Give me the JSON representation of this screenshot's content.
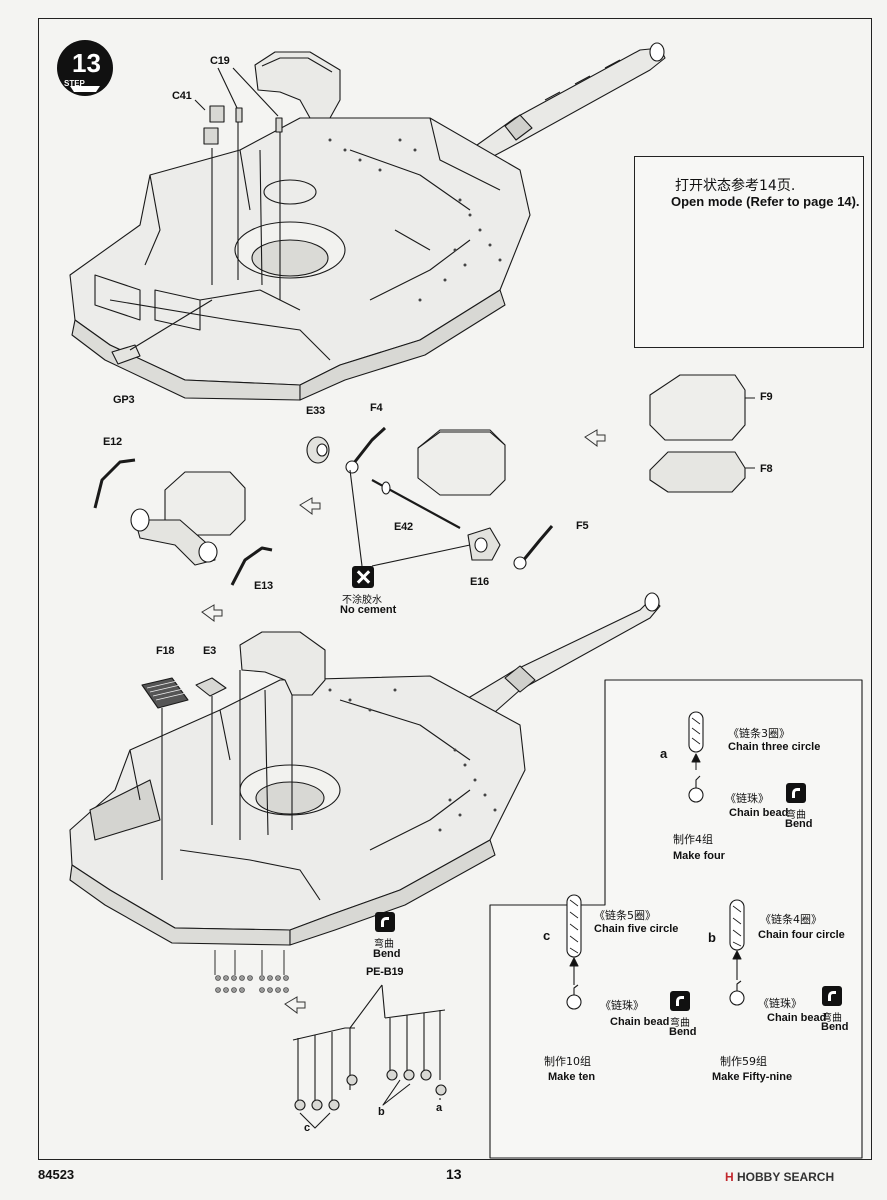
{
  "step": {
    "number": "13",
    "label": "STEP"
  },
  "parts": {
    "c19": "C19",
    "c41": "C41",
    "gp3": "GP3",
    "e12": "E12",
    "e13": "E13",
    "e33": "E33",
    "f4": "F4",
    "e42": "E42",
    "e16": "E16",
    "f5": "F5",
    "f9": "F9",
    "f8": "F8",
    "f18": "F18",
    "e3": "E3",
    "pe_b19": "PE-B19"
  },
  "no_cement": {
    "cn": "不涂胶水",
    "en": "No cement"
  },
  "open_mode": {
    "cn": "打开状态参考14页.",
    "en": "Open mode (Refer to page 14)."
  },
  "bend": {
    "cn": "弯曲",
    "en": "Bend"
  },
  "chain": {
    "a": {
      "letter": "a",
      "chain_cn": "《链条3圈》",
      "chain_en": "Chain three circle",
      "bead_cn": "《链珠》",
      "bead_en": "Chain bead",
      "make_cn": "制作4组",
      "make_en": "Make four"
    },
    "c": {
      "letter": "c",
      "chain_cn": "《链条5圈》",
      "chain_en": "Chain five circle",
      "bead_cn": "《链珠》",
      "bead_en": "Chain bead",
      "make_cn": "制作10组",
      "make_en": "Make ten"
    },
    "b": {
      "letter": "b",
      "chain_cn": "《链条4圈》",
      "chain_en": "Chain four circle",
      "bead_cn": "《链珠》",
      "bead_en": "Chain bead",
      "make_cn": "制作59组",
      "make_en": "Make Fifty-nine"
    }
  },
  "assembly_letters": {
    "a": "a",
    "b": "b",
    "c": "c"
  },
  "footer": {
    "kit_number": "84523",
    "page_number": "13",
    "watermark_logo": "H",
    "watermark_text": "HOBBY SEARCH"
  }
}
